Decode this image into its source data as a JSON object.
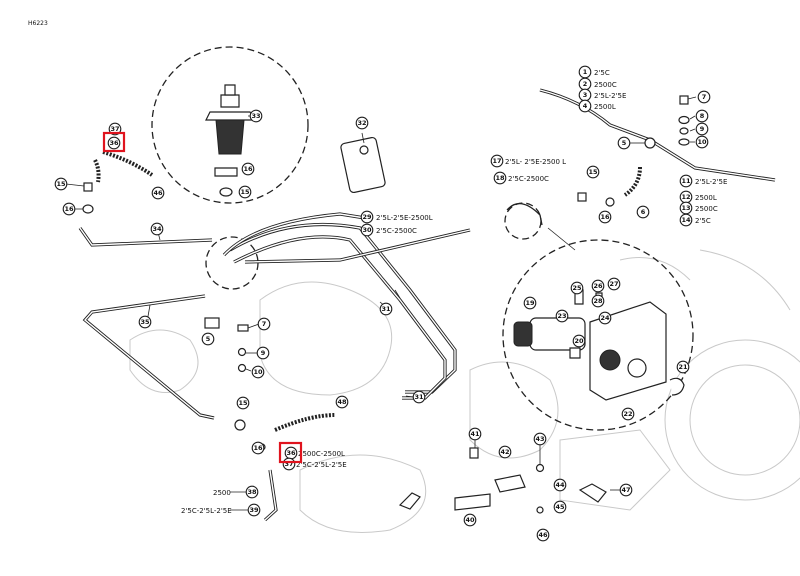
{
  "drawing_number": "H6223",
  "callouts": {
    "c1": "1",
    "c2": "2",
    "c3": "3",
    "c4": "4",
    "c5": "5",
    "c6": "6",
    "c7": "7",
    "c8": "8",
    "c9": "9",
    "c10": "10",
    "c11": "11",
    "c12": "12",
    "c13": "13",
    "c14": "14",
    "c15": "15",
    "c16": "16",
    "c17": "17",
    "c18": "18",
    "c19": "19",
    "c20": "20",
    "c21": "21",
    "c22": "22",
    "c23": "23",
    "c24": "24",
    "c25": "25",
    "c26": "26",
    "c27": "27",
    "c28": "28",
    "c29": "29",
    "c30": "30",
    "c31": "31",
    "c32": "32",
    "c33": "33",
    "c34": "34",
    "c35": "35",
    "c36": "36",
    "c37": "37",
    "c38": "38",
    "c39": "39",
    "c40": "40",
    "c41": "41",
    "c42": "42",
    "c43": "43",
    "c44": "44",
    "c45": "45",
    "c46": "46",
    "c47": "47",
    "c48": "48"
  },
  "variant_labels": {
    "l1": "2'5C",
    "l2": "2500C",
    "l3": "2'5L-2'5E",
    "l4": "2500L",
    "l11": "2'5L-2'5E",
    "l12": "2500L",
    "l13": "2500C",
    "l14": "2'5C",
    "l17": "2'5L- 2'5E-2500 L",
    "l18": "2'5C-2500C",
    "l29": "2'5L-2'5E-2500L",
    "l30": "2'5C-2500C",
    "l36": "2500C-2500L",
    "l37": "2'5C-2'5L-2'5E",
    "l38": "2500",
    "l39": "2'5C-2'5L-2'5E"
  },
  "highlight_color": "#e0141e"
}
